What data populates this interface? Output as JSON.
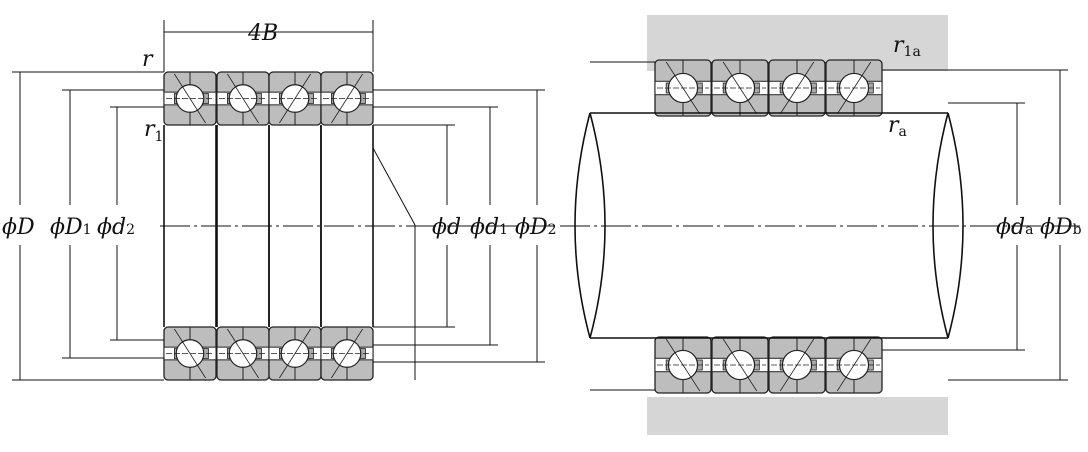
{
  "left_figure": {
    "width_label": "4B",
    "r_label": "r",
    "r1_label": "r",
    "r1_sub": "1",
    "dims": [
      {
        "sym": "ϕD",
        "sub": ""
      },
      {
        "sym": "ϕD",
        "sub": "1"
      },
      {
        "sym": "ϕd",
        "sub": "2"
      },
      {
        "sym": "ϕd",
        "sub": ""
      },
      {
        "sym": "ϕd",
        "sub": "1"
      },
      {
        "sym": "ϕD",
        "sub": "2"
      }
    ]
  },
  "right_figure": {
    "r1a_label": "r",
    "r1a_sub": "1a",
    "ra_label": "r",
    "ra_sub": "a",
    "da": {
      "sym": "ϕd",
      "sub": "a"
    },
    "Db": {
      "sym": "ϕD",
      "sub": "b"
    }
  },
  "colors": {
    "housing": "#d6d6d6",
    "ring": "#bdbdbd"
  }
}
